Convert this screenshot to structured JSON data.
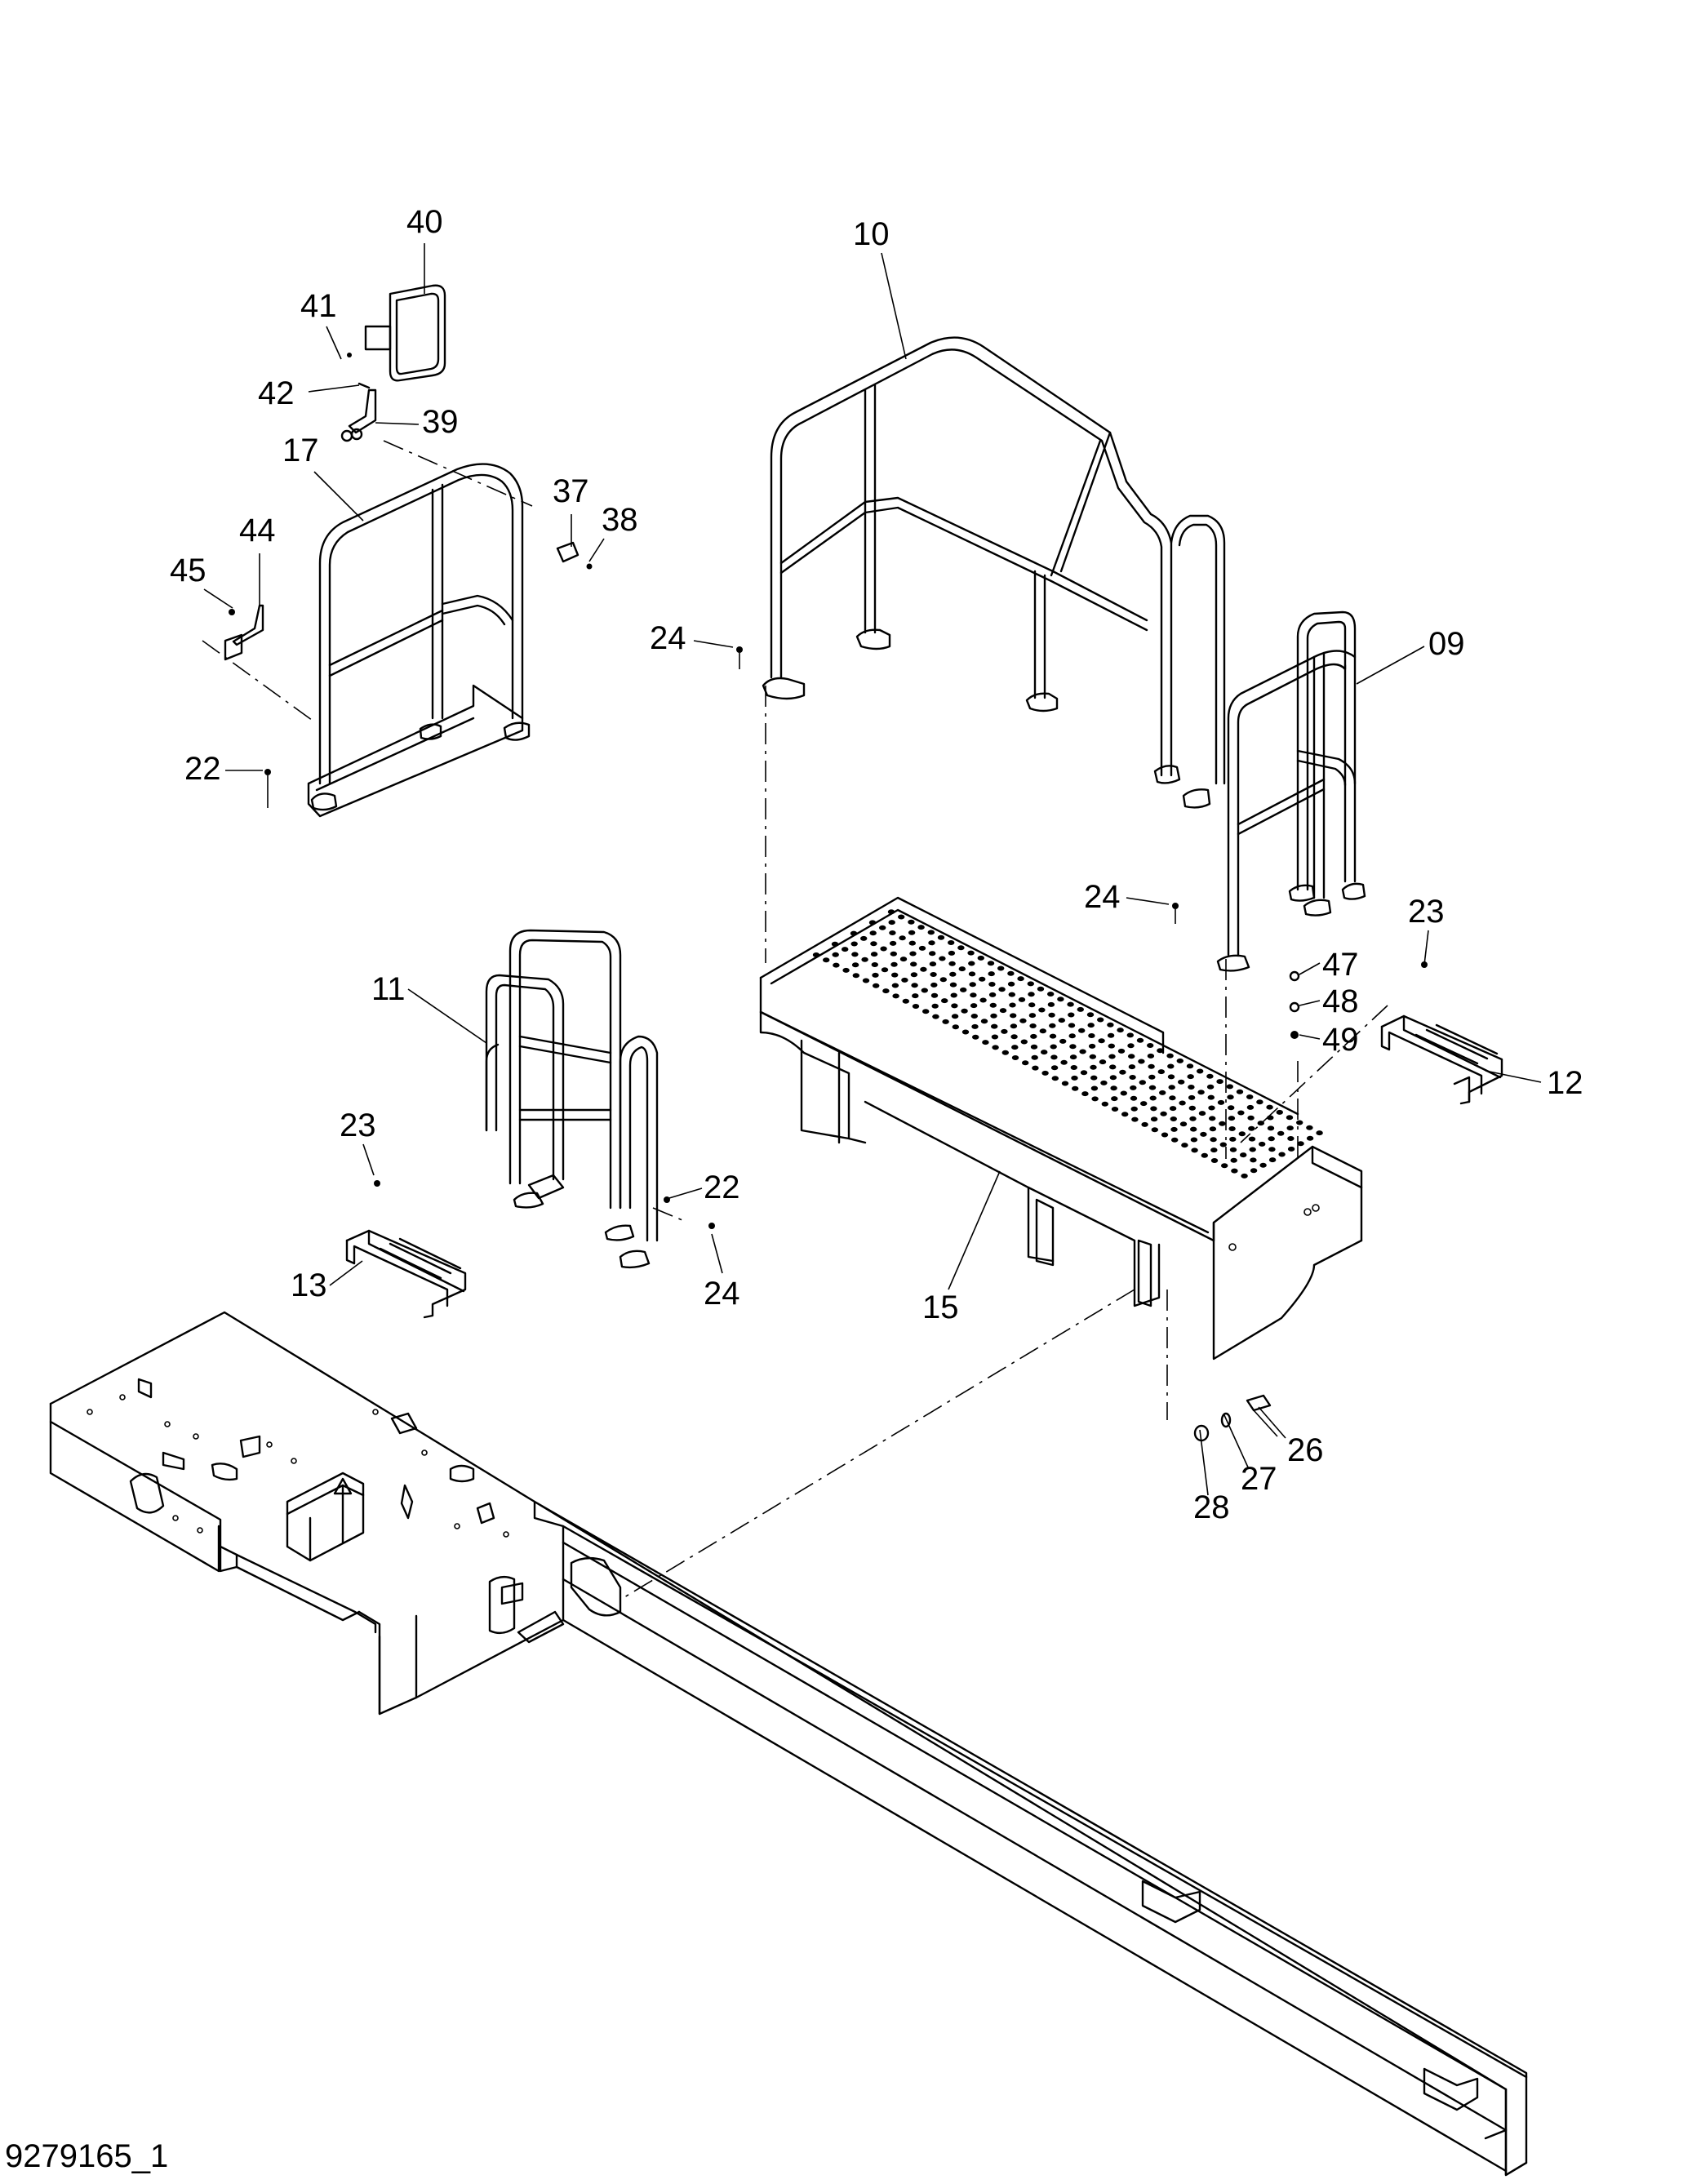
{
  "drawing": {
    "id_label": "9279165_1",
    "callouts": [
      {
        "key": "c40",
        "label": "40"
      },
      {
        "key": "c41",
        "label": "41"
      },
      {
        "key": "c42",
        "label": "42"
      },
      {
        "key": "c39",
        "label": "39"
      },
      {
        "key": "c17",
        "label": "17"
      },
      {
        "key": "c37",
        "label": "37"
      },
      {
        "key": "c38",
        "label": "38"
      },
      {
        "key": "c44",
        "label": "44"
      },
      {
        "key": "c45",
        "label": "45"
      },
      {
        "key": "c22a",
        "label": "22"
      },
      {
        "key": "c10",
        "label": "10"
      },
      {
        "key": "c24a",
        "label": "24"
      },
      {
        "key": "c09",
        "label": "09"
      },
      {
        "key": "c24b",
        "label": "24"
      },
      {
        "key": "c23a",
        "label": "23"
      },
      {
        "key": "c47",
        "label": "47"
      },
      {
        "key": "c48",
        "label": "48"
      },
      {
        "key": "c49",
        "label": "49"
      },
      {
        "key": "c12",
        "label": "12"
      },
      {
        "key": "c11",
        "label": "11"
      },
      {
        "key": "c23b",
        "label": "23"
      },
      {
        "key": "c22b",
        "label": "22"
      },
      {
        "key": "c24c",
        "label": "24"
      },
      {
        "key": "c13",
        "label": "13"
      },
      {
        "key": "c15",
        "label": "15"
      },
      {
        "key": "c26",
        "label": "26"
      },
      {
        "key": "c27",
        "label": "27"
      },
      {
        "key": "c28",
        "label": "28"
      }
    ]
  }
}
